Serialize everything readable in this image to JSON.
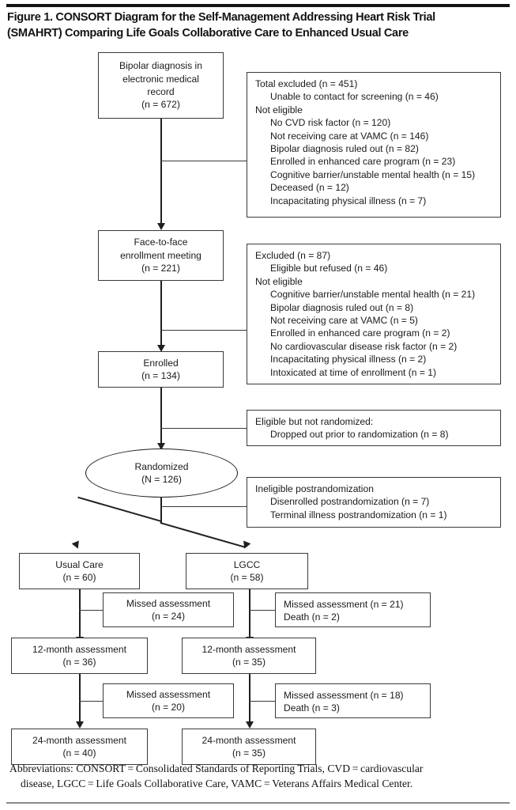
{
  "figure": {
    "title": "Figure 1. CONSORT Diagram for the Self-Management Addressing Heart Risk Trial (SMAHRT) Comparing Life Goals Collaborative Care to Enhanced Usual Care",
    "title_line1": "Figure 1. CONSORT Diagram for the Self-Management Addressing Heart Risk Trial",
    "title_line2": "(SMAHRT) Comparing Life Goals Collaborative Care to Enhanced Usual Care"
  },
  "nodes": {
    "screening": {
      "l1": "Bipolar diagnosis in",
      "l2": "electronic medical",
      "l3": "record",
      "l4": "(n = 672)"
    },
    "excluded_1": {
      "l1": "Total excluded (n = 451)",
      "l2": "Unable to contact for screening (n = 46)",
      "l3": "Not eligible",
      "l4": "No CVD risk factor (n = 120)",
      "l5": "Not receiving care at VAMC (n = 146)",
      "l6": "Bipolar diagnosis ruled out (n = 82)",
      "l7": "Enrolled in enhanced care program (n = 23)",
      "l8": "Cognitive barrier/unstable mental health (n = 15)",
      "l9": "Deceased (n = 12)",
      "l10": "Incapacitating physical illness (n = 7)"
    },
    "enrollment_meeting": {
      "l1": "Face-to-face",
      "l2": "enrollment meeting",
      "l3": "(n = 221)"
    },
    "excluded_2": {
      "l1": "Excluded (n = 87)",
      "l2": "Eligible but refused (n = 46)",
      "l3": "Not eligible",
      "l4": "Cognitive barrier/unstable mental health (n = 21)",
      "l5": "Bipolar diagnosis ruled out (n = 8)",
      "l6": "Not receiving care at VAMC (n = 5)",
      "l7": "Enrolled in enhanced care program (n = 2)",
      "l8": "No cardiovascular disease risk factor (n = 2)",
      "l9": "Incapacitating physical illness (n = 2)",
      "l10": "Intoxicated at time of enrollment (n = 1)"
    },
    "enrolled": {
      "l1": "Enrolled",
      "l2": "(n = 134)"
    },
    "not_randomized": {
      "l1": "Eligible but not randomized:",
      "l2": "Dropped out prior to randomization (n = 8)"
    },
    "randomized": {
      "l1": "Randomized",
      "l2": "(N = 126)"
    },
    "ineligible_post": {
      "l1": "Ineligible postrandomization",
      "l2": "Disenrolled postrandomization (n = 7)",
      "l3": "Terminal illness postrandomization (n = 1)"
    },
    "usual_care": {
      "l1": "Usual Care",
      "l2": "(n = 60)"
    },
    "lgcc": {
      "l1": "LGCC",
      "l2": "(n = 58)"
    },
    "uc_missed_12": {
      "l1": "Missed assessment",
      "l2": "(n = 24)"
    },
    "lgcc_missed_12": {
      "l1": "Missed assessment (n = 21)",
      "l2": "Death (n = 2)"
    },
    "uc_12mo": {
      "l1": "12-month assessment",
      "l2": "(n = 36)"
    },
    "lgcc_12mo": {
      "l1": "12-month assessment",
      "l2": "(n = 35)"
    },
    "uc_missed_24": {
      "l1": "Missed assessment",
      "l2": "(n = 20)"
    },
    "lgcc_missed_24": {
      "l1": "Missed assessment (n = 18)",
      "l2": "Death (n = 3)"
    },
    "uc_24mo": {
      "l1": "24-month assessment",
      "l2": "(n = 40)"
    },
    "lgcc_24mo": {
      "l1": "24-month assessment",
      "l2": "(n = 35)"
    }
  },
  "footnote": {
    "line1": "Abbreviations: CONSORT = Consolidated Standards of Reporting Trials, CVD = cardiovascular",
    "line2": "disease, LGCC = Life Goals Collaborative Care, VAMC = Veterans Affairs Medical Center."
  },
  "chart_data": {
    "type": "flowchart",
    "title": "CONSORT Diagram for the Self-Management Addressing Heart Risk Trial (SMAHRT)",
    "flow": [
      {
        "stage": "Bipolar diagnosis in electronic medical record",
        "n": 672
      },
      {
        "stage": "Total excluded",
        "n": 451,
        "breakdown": [
          {
            "reason": "Unable to contact for screening",
            "n": 46
          },
          {
            "reason": "No CVD risk factor",
            "n": 120
          },
          {
            "reason": "Not receiving care at VAMC",
            "n": 146
          },
          {
            "reason": "Bipolar diagnosis ruled out",
            "n": 82
          },
          {
            "reason": "Enrolled in enhanced care program",
            "n": 23
          },
          {
            "reason": "Cognitive barrier/unstable mental health",
            "n": 15
          },
          {
            "reason": "Deceased",
            "n": 12
          },
          {
            "reason": "Incapacitating physical illness",
            "n": 7
          }
        ]
      },
      {
        "stage": "Face-to-face enrollment meeting",
        "n": 221
      },
      {
        "stage": "Excluded",
        "n": 87,
        "breakdown": [
          {
            "reason": "Eligible but refused",
            "n": 46
          },
          {
            "reason": "Cognitive barrier/unstable mental health",
            "n": 21
          },
          {
            "reason": "Bipolar diagnosis ruled out",
            "n": 8
          },
          {
            "reason": "Not receiving care at VAMC",
            "n": 5
          },
          {
            "reason": "Enrolled in enhanced care program",
            "n": 2
          },
          {
            "reason": "No cardiovascular disease risk factor",
            "n": 2
          },
          {
            "reason": "Incapacitating physical illness",
            "n": 2
          },
          {
            "reason": "Intoxicated at time of enrollment",
            "n": 1
          }
        ]
      },
      {
        "stage": "Enrolled",
        "n": 134
      },
      {
        "stage": "Eligible but not randomized: Dropped out prior to randomization",
        "n": 8
      },
      {
        "stage": "Randomized",
        "n": 126
      },
      {
        "stage": "Ineligible postrandomization",
        "breakdown": [
          {
            "reason": "Disenrolled postrandomization",
            "n": 7
          },
          {
            "reason": "Terminal illness postrandomization",
            "n": 1
          }
        ]
      }
    ],
    "arms": [
      {
        "name": "Usual Care",
        "allocated": 60,
        "missed_12": 24,
        "death_12": 0,
        "assessed_12": 36,
        "missed_24": 20,
        "death_24": 0,
        "assessed_24": 40
      },
      {
        "name": "LGCC",
        "allocated": 58,
        "missed_12": 21,
        "death_12": 2,
        "assessed_12": 35,
        "missed_24": 18,
        "death_24": 3,
        "assessed_24": 35
      }
    ]
  }
}
